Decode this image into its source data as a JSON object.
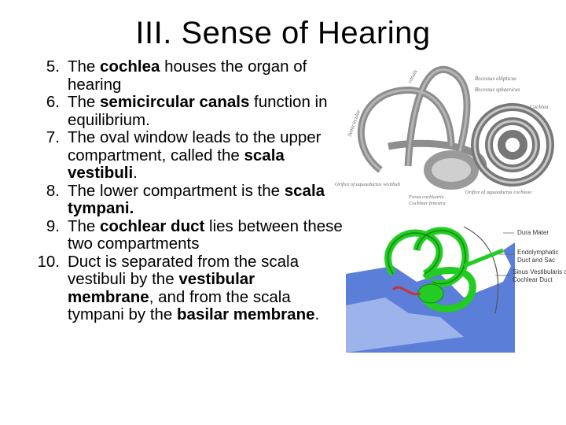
{
  "title": "III. Sense of Hearing",
  "items": [
    {
      "num": "5.",
      "parts": [
        [
          "The ",
          false
        ],
        [
          "cochlea",
          true
        ],
        [
          " houses the organ of hearing",
          false
        ]
      ]
    },
    {
      "num": "6.",
      "parts": [
        [
          "The ",
          false
        ],
        [
          "semicircular canals",
          true
        ],
        [
          " function in equilibrium.",
          false
        ]
      ]
    },
    {
      "num": "7.",
      "parts": [
        [
          "The oval window leads to the upper compartment, called the ",
          false
        ],
        [
          "scala vestibuli",
          true
        ],
        [
          ".",
          false
        ]
      ]
    },
    {
      "num": "8.",
      "parts": [
        [
          "The lower compartment is the ",
          false
        ],
        [
          "scala tympani.",
          true
        ]
      ]
    },
    {
      "num": "9.",
      "parts": [
        [
          "The ",
          false
        ],
        [
          "cochlear duct",
          true
        ],
        [
          " lies between these two compartments",
          false
        ]
      ]
    },
    {
      "num": "10.",
      "parts": [
        [
          "Duct is separated from the scala vestibuli by the ",
          false
        ],
        [
          "vestibular membrane",
          true
        ],
        [
          ", and from the scala tympani by the ",
          false
        ],
        [
          "basilar membrane",
          true
        ],
        [
          ".",
          false
        ]
      ]
    }
  ],
  "figure1": {
    "labels": {
      "recessus_ellipticus": "Recessus ellipticus",
      "recessus_sphaericus": "Recessus sphaericus",
      "cochlea": "Cochlea",
      "semicircular": "Semicircular",
      "canals": "canals",
      "orifice_aq_vest": "Orifice of aquaeductus vestibuli",
      "fossa_cochlearis": "Fossa cochlearis",
      "cochlear_fenestra": "Cochlear fenestra",
      "orifice_aq_coch": "Orifice of aquaeductus cochleae"
    }
  },
  "figure2": {
    "labels": {
      "dura_mater": "Dura Mater",
      "endolymphatic_1": "Endolymphatic",
      "endolymphatic_2": "Duct and Sac",
      "vestibular_1": "Sinus Vestibularis of",
      "vestibular_2": "Cochlear Duct"
    },
    "colors": {
      "labyrinth": "#22cc22",
      "bone": "#5577dd",
      "background": "#ffffff"
    }
  }
}
